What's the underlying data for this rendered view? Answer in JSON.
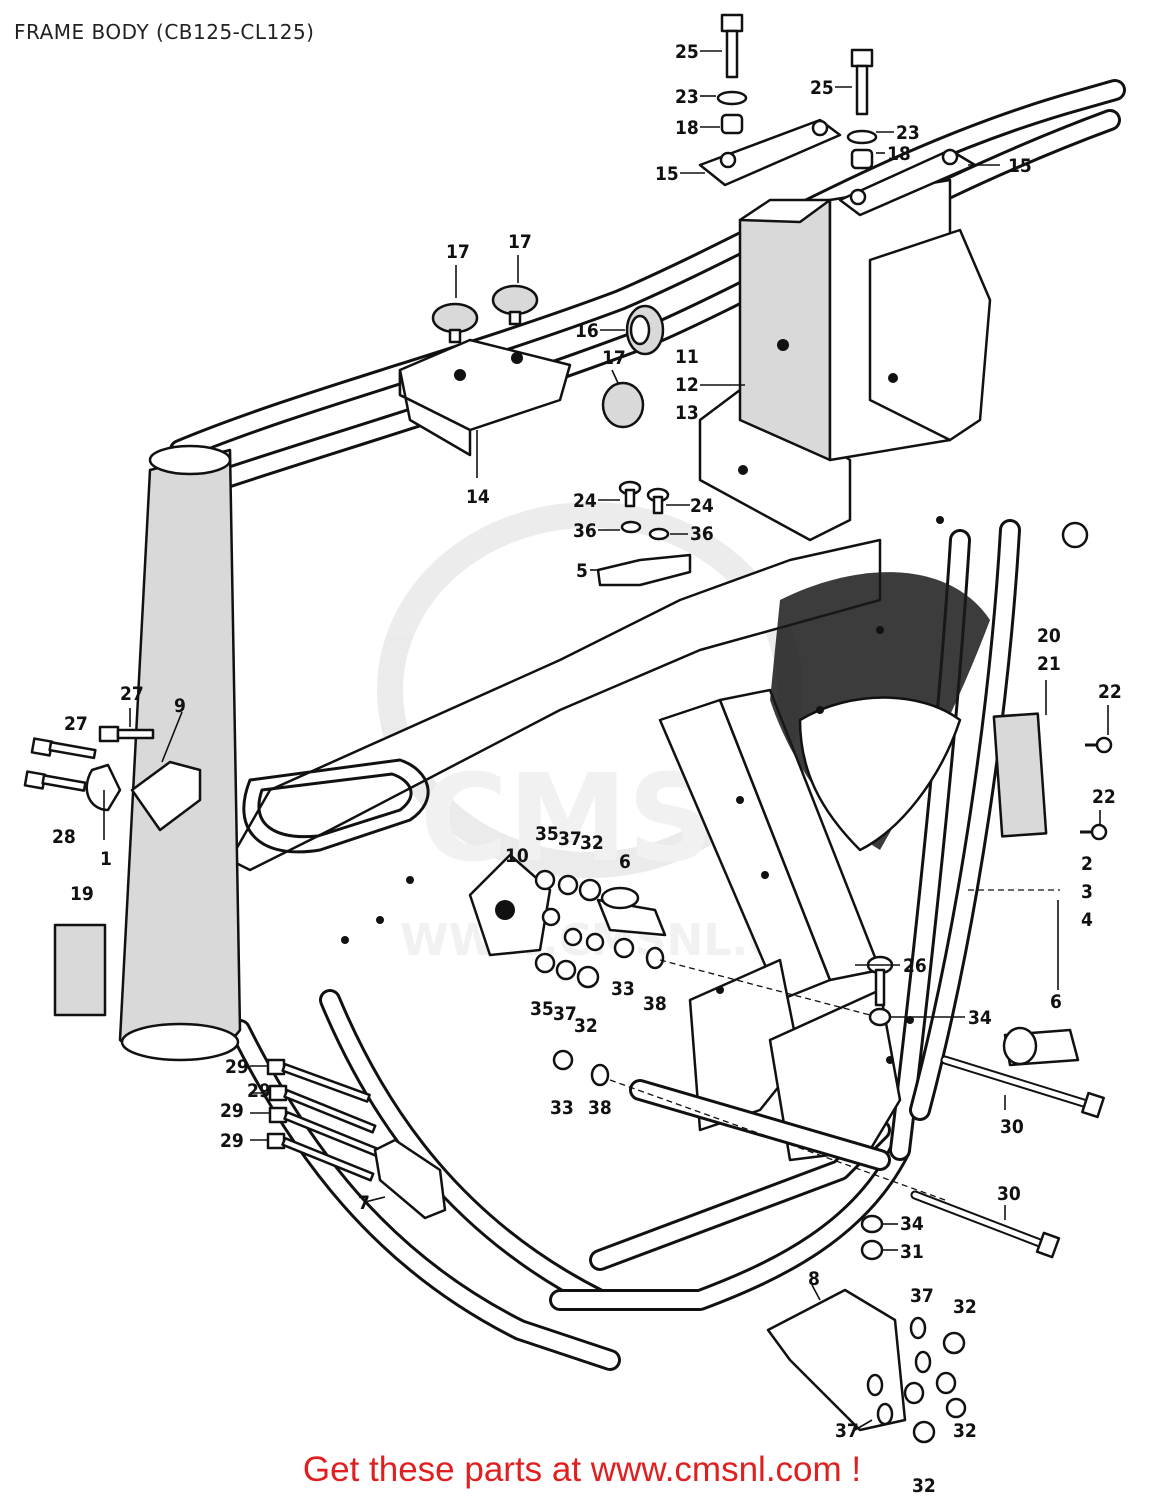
{
  "header": {
    "title": "FRAME BODY (CB125-CL125)"
  },
  "watermark": {
    "text": "CMS",
    "url_text": "WWW.CMSNL.COM"
  },
  "callouts": {
    "c1": "1",
    "c2": "2",
    "c3": "3",
    "c4": "4",
    "c5": "5",
    "c6a": "6",
    "c6b": "6",
    "c7": "7",
    "c8": "8",
    "c9": "9",
    "c10": "10",
    "c11": "11",
    "c12": "12",
    "c13": "13",
    "c14": "14",
    "c15a": "15",
    "c15b": "15",
    "c16": "16",
    "c17a": "17",
    "c17b": "17",
    "c17c": "17",
    "c18a": "18",
    "c18b": "18",
    "c19": "19",
    "c20": "20",
    "c21": "21",
    "c22a": "22",
    "c22b": "22",
    "c23a": "23",
    "c23b": "23",
    "c24a": "24",
    "c24b": "24",
    "c25a": "25",
    "c25b": "25",
    "c26": "26",
    "c27a": "27",
    "c27b": "27",
    "c28": "28",
    "c29a": "29",
    "c29b": "29",
    "c29c": "29",
    "c29d": "29",
    "c30a": "30",
    "c30b": "30",
    "c31": "31",
    "c32a": "32",
    "c32b": "32",
    "c32c": "32",
    "c32d": "32",
    "c32e": "32",
    "c33a": "33",
    "c33b": "33",
    "c34a": "34",
    "c34b": "34",
    "c35a": "35",
    "c35b": "35",
    "c36a": "36",
    "c36b": "36",
    "c37a": "37",
    "c37b": "37",
    "c37c": "37",
    "c37d": "37",
    "c38a": "38",
    "c38b": "38"
  },
  "footer": {
    "link_text": "Get these parts at www.cmsnl.com !",
    "color": "#e02020"
  }
}
